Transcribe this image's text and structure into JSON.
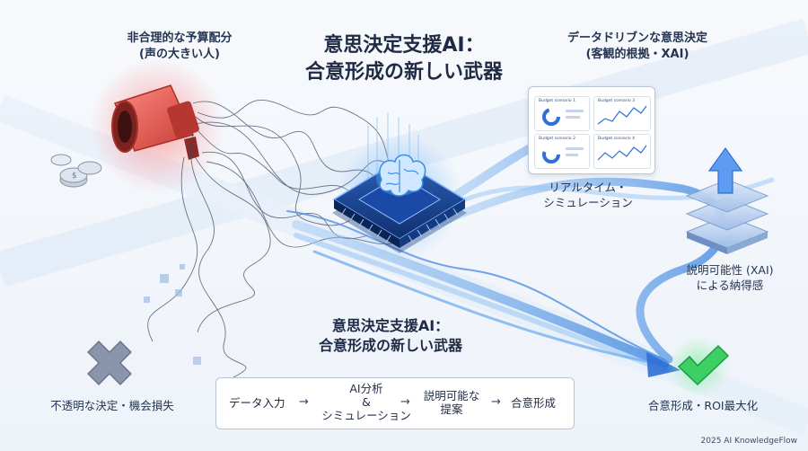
{
  "title": {
    "line1": "意思決定支援AI：",
    "line2": "合意形成の新しい武器"
  },
  "left": {
    "label_line1": "非合理的な予算配分",
    "label_line2": "(声の大きい人)",
    "bottom_label": "不透明な決定・機会損失"
  },
  "right": {
    "top_label_line1": "データドリブンな意思決定",
    "top_label_line2": "(客観的根拠・XAI)",
    "realtime_line1": "リアルタイム・",
    "realtime_line2": "シミュレーション",
    "xai_line1": "説明可能性 (XAI)",
    "xai_line2": "による納得感",
    "bottom_label": "合意形成・ROI最大化"
  },
  "dashboard": {
    "cards": [
      "Budget scenario 1",
      "Budget scenario 3",
      "Budget scenario 2",
      "Budget scenario 4"
    ]
  },
  "center": {
    "line1": "意思決定支援AI：",
    "line2": "合意形成の新しい武器"
  },
  "flow": {
    "step1": "データ入力",
    "step2_line1": "AI分析",
    "step2_line2": "&",
    "step2_line3": "シミュレーション",
    "step3_line1": "説明可能な",
    "step3_line2": "提案",
    "step4": "合意形成",
    "arrow": "→"
  },
  "credit": "2025 AI KnowledgeFlow",
  "colors": {
    "accent_blue": "#2f6fd6",
    "megaphone_red": "#e4504a",
    "check_green": "#2fbf59",
    "cross_gray": "#7f8aa0"
  }
}
